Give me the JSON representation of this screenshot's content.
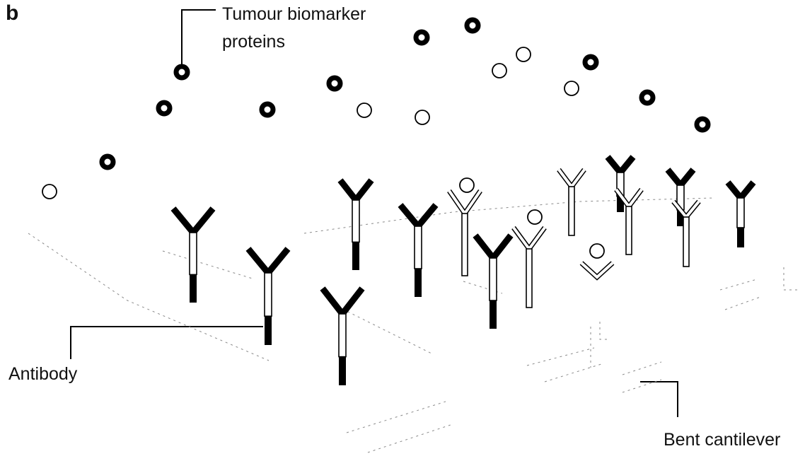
{
  "panel_label": "b",
  "labels": {
    "proteins_line1": "Tumour biomarker",
    "proteins_line2": "proteins",
    "antibody": "Antibody",
    "cantilever": "Bent cantilever"
  },
  "colors": {
    "filled": "#000000",
    "hollow": "#ffffff",
    "outline": "#000000",
    "faint_line": "#8a8a8a"
  },
  "legend_semantics": {
    "filled_protein": "bound-capable biomarker (dark ring)",
    "hollow_protein": "other protein (open circle)",
    "dark_antibody": "antibody on reference surface",
    "light_antibody": "antibody on sensing cantilever"
  }
}
